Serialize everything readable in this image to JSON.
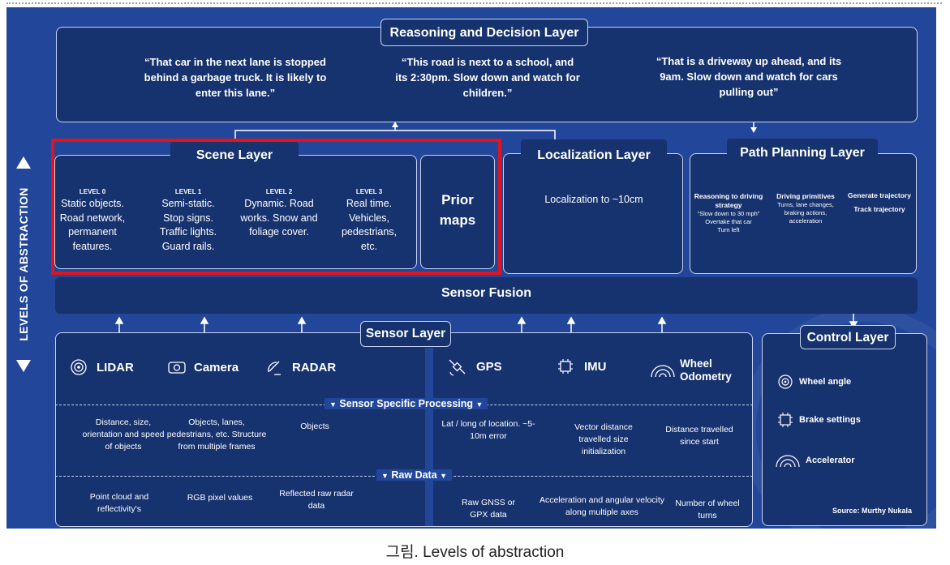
{
  "reasoning_layer": {
    "title": "Reasoning and Decision Layer",
    "quotes": [
      "“That car in the next lane is stopped behind a garbage truck. It is likely to enter this lane.”",
      "“This road is next to a school, and its 2:30pm. Slow down and watch for children.”",
      "“That is a driveway up ahead, and its 9am. Slow down and watch for cars pulling out”"
    ]
  },
  "axis_label": "LEVELS OF ABSTRACTION",
  "scene_layer": {
    "title": "Scene Layer",
    "levels": [
      {
        "name": "LEVEL 0",
        "text": "Static objects. Road network, permanent features."
      },
      {
        "name": "LEVEL 1",
        "text": "Semi-static. Stop signs. Traffic lights. Guard rails."
      },
      {
        "name": "LEVEL 2",
        "text": "Dynamic. Road works. Snow and foliage cover."
      },
      {
        "name": "LEVEL 3",
        "text": "Real time. Vehicles, pedestrians, etc."
      }
    ],
    "prior_maps": "Prior maps",
    "highlight_color": "#e0141c"
  },
  "localization_layer": {
    "title": "Localization Layer",
    "text": "Localization to ~10cm"
  },
  "path_planning_layer": {
    "title": "Path Planning Layer",
    "columns": [
      {
        "heading": "Reasoning to driving strategy",
        "lines": [
          "“Slow down to 30 mph”",
          "Overtake that car",
          "Turn left"
        ]
      },
      {
        "heading": "Driving primitives",
        "lines": [
          "Turns, lane changes,",
          "braking actions,",
          "acceleration"
        ]
      },
      {
        "heading": "Generate trajectory",
        "lines": [
          "Track trajectory"
        ]
      }
    ]
  },
  "sensor_fusion": "Sensor Fusion",
  "sensor_layer": {
    "title": "Sensor Layer",
    "sensors": [
      {
        "label": "LIDAR",
        "icon": "lidar-icon"
      },
      {
        "label": "Camera",
        "icon": "camera-icon"
      },
      {
        "label": "RADAR",
        "icon": "radar-icon"
      },
      {
        "label": "GPS",
        "icon": "satellite-icon"
      },
      {
        "label": "IMU",
        "icon": "chip-icon"
      },
      {
        "label": "Wheel Odometry",
        "icon": "wheel-icon"
      }
    ],
    "processing_label": "Sensor Specific Processing",
    "processing": [
      "Distance, size, orientation and speed of objects",
      "Objects, lanes, pedestrians, etc. Structure from multiple frames",
      "Objects",
      "Lat / long of location. ~5-10m error",
      "Vector distance travelled size initialization",
      "Distance travelled since start"
    ],
    "raw_label": "Raw Data",
    "raw": [
      "Point cloud and reflectivity's",
      "RGB pixel values",
      "Reflected raw radar data",
      "Raw GNSS or GPX data",
      "Acceleration and angular velocity along multiple axes",
      "Number of wheel turns"
    ]
  },
  "control_layer": {
    "title": "Control Layer",
    "items": [
      {
        "label": "Wheel angle",
        "icon": "wheel-angle-icon"
      },
      {
        "label": "Brake settings",
        "icon": "brake-icon"
      },
      {
        "label": "Accelerator",
        "icon": "accelerator-icon"
      }
    ],
    "source": "Source: Murthy Nukala"
  },
  "caption": "그림. Levels of abstraction",
  "colors": {
    "background": "#22479a",
    "panel": "#16326f",
    "border": "#c9d4ee"
  }
}
